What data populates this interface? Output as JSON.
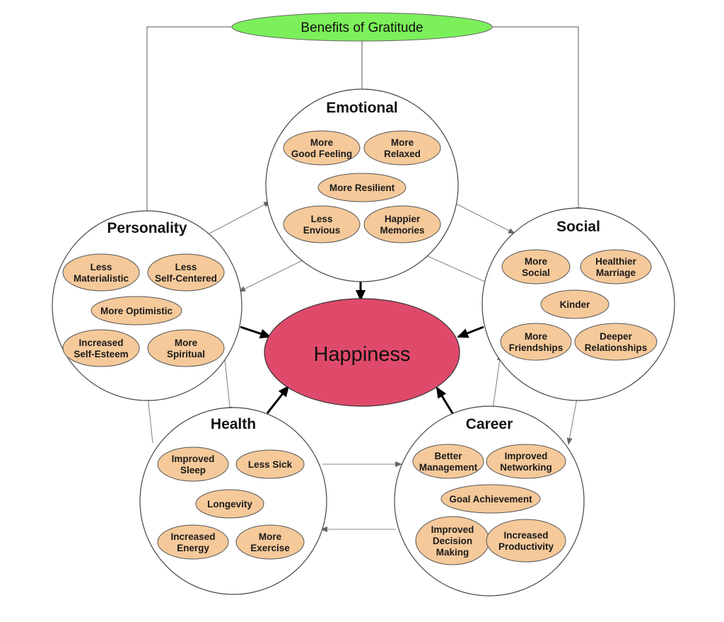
{
  "top": {
    "label": "Benefits of Gratitude",
    "color": "#7cf05a"
  },
  "center": {
    "label": "Happiness",
    "color": "#e04a6a"
  },
  "pill_color": "#f5c99a",
  "categories": {
    "emotional": {
      "title": "Emotional",
      "items": [
        "More|Good Feeling",
        "More|Relaxed",
        "More Resilient",
        "Less|Envious",
        "Happier|Memories"
      ]
    },
    "personality": {
      "title": "Personality",
      "items": [
        "Less|Materialistic",
        "Less|Self-Centered",
        "More Optimistic",
        "Increased|Self-Esteem",
        "More|Spiritual"
      ]
    },
    "social": {
      "title": "Social",
      "items": [
        "More|Social",
        "Healthier|Marriage",
        "Kinder",
        "More|Friendships",
        "Deeper|Relationships"
      ]
    },
    "health": {
      "title": "Health",
      "items": [
        "Improved|Sleep",
        "Less Sick",
        "Longevity",
        "Increased|Energy",
        "More|Exercise"
      ]
    },
    "career": {
      "title": "Career",
      "items": [
        "Better|Management",
        "Improved|Networking",
        "Goal Achievement",
        "Improved|Decision|Making",
        "Increased|Productivity"
      ]
    }
  }
}
